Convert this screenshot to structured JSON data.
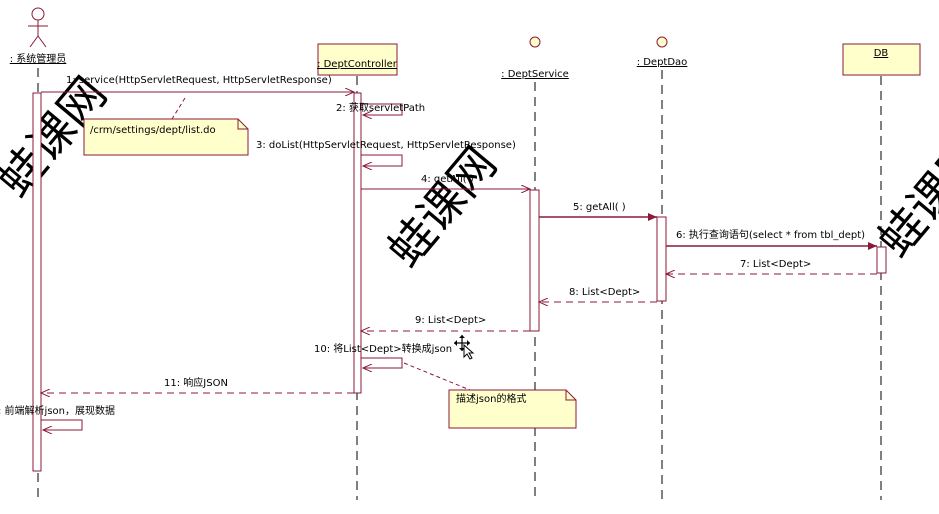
{
  "participants": {
    "admin": ": 系统管理员",
    "controller": ": DeptController",
    "service": ": DeptService",
    "dao": ": DeptDao",
    "db": "DB"
  },
  "messages": {
    "m1": "1: service(HttpServletRequest, HttpServletResponse)",
    "m2": "2: 获取servletPath",
    "m3": "3: doList(HttpServletRequest, HttpServletResponse)",
    "m4": "4: getAll( )",
    "m5": "5: getAll( )",
    "m6": "6: 执行查询语句(select * from tbl_dept)",
    "m7": "7: List<Dept>",
    "m8": "8: List<Dept>",
    "m9": "9: List<Dept>",
    "m10": "10: 将List<Dept>转换成json",
    "m11": "11: 响应JSON",
    "m12": ": 前端解析json，展现数据"
  },
  "notes": {
    "url": "/crm/settings/dept/list.do",
    "json_format": "描述json的格式"
  },
  "watermark": "蛙课网",
  "colors": {
    "message_line": "#8b1a3a",
    "class_box_fill": "#ffffcc",
    "note_fill": "#ffffcc"
  }
}
